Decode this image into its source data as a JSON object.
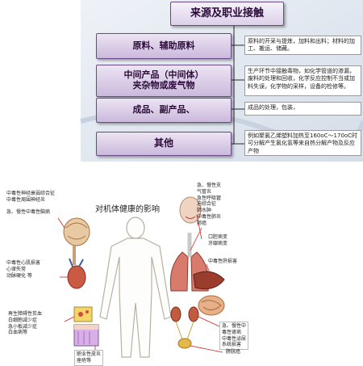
{
  "title": "来源及职业接触",
  "categories": [
    {
      "label": "原料、辅助原料",
      "desc": "原料的开采与提炼，加料和出料；材料的加工、搬运、储藏。"
    },
    {
      "label": "中间产品（中间体）\n夹杂物或废气物",
      "desc": "生产环节中接触毒物，如化学管道的渗漏，废料的处理和回收，化学反应控制不当或加料失误，化学物的采样，设备的检修等。"
    },
    {
      "label": "成品、副产品、",
      "desc": "成品的处理，包装，"
    },
    {
      "label": "其他",
      "desc": "例如聚氯乙烯塑料加热至160oC～170oC时可分解产生氯化氢等来自热分解产物及反应产物"
    }
  ],
  "health_title": "对机体健康的影响",
  "labels": {
    "brain": "中毒性神经衰弱综合征\n中毒性周围神经炎\n\n急、慢性中毒性脑病",
    "heart": "中毒性心肌损害\n心律失常\n动脉硬化 等",
    "blood": "再生障碍性贫血\n白细胞减少症\n急小板减少症\n白血病等",
    "skin": "职业性皮炎\n痤疮等",
    "lung": "急、慢性支\n气管炎\n急性呼吸窘\n迫综合征\n肺水肿\n中毒性肺炎\n肺癌",
    "mouth": "口腔病变\n牙龈病变",
    "liver": "中毒性肝损害",
    "kidney": "急、慢性中\n毒性肾病\n中毒性泌尿\n系统损害",
    "bladder": "膀胱癌"
  },
  "colors": {
    "accent": "#6a4b86",
    "box": "#cbb9dc"
  }
}
